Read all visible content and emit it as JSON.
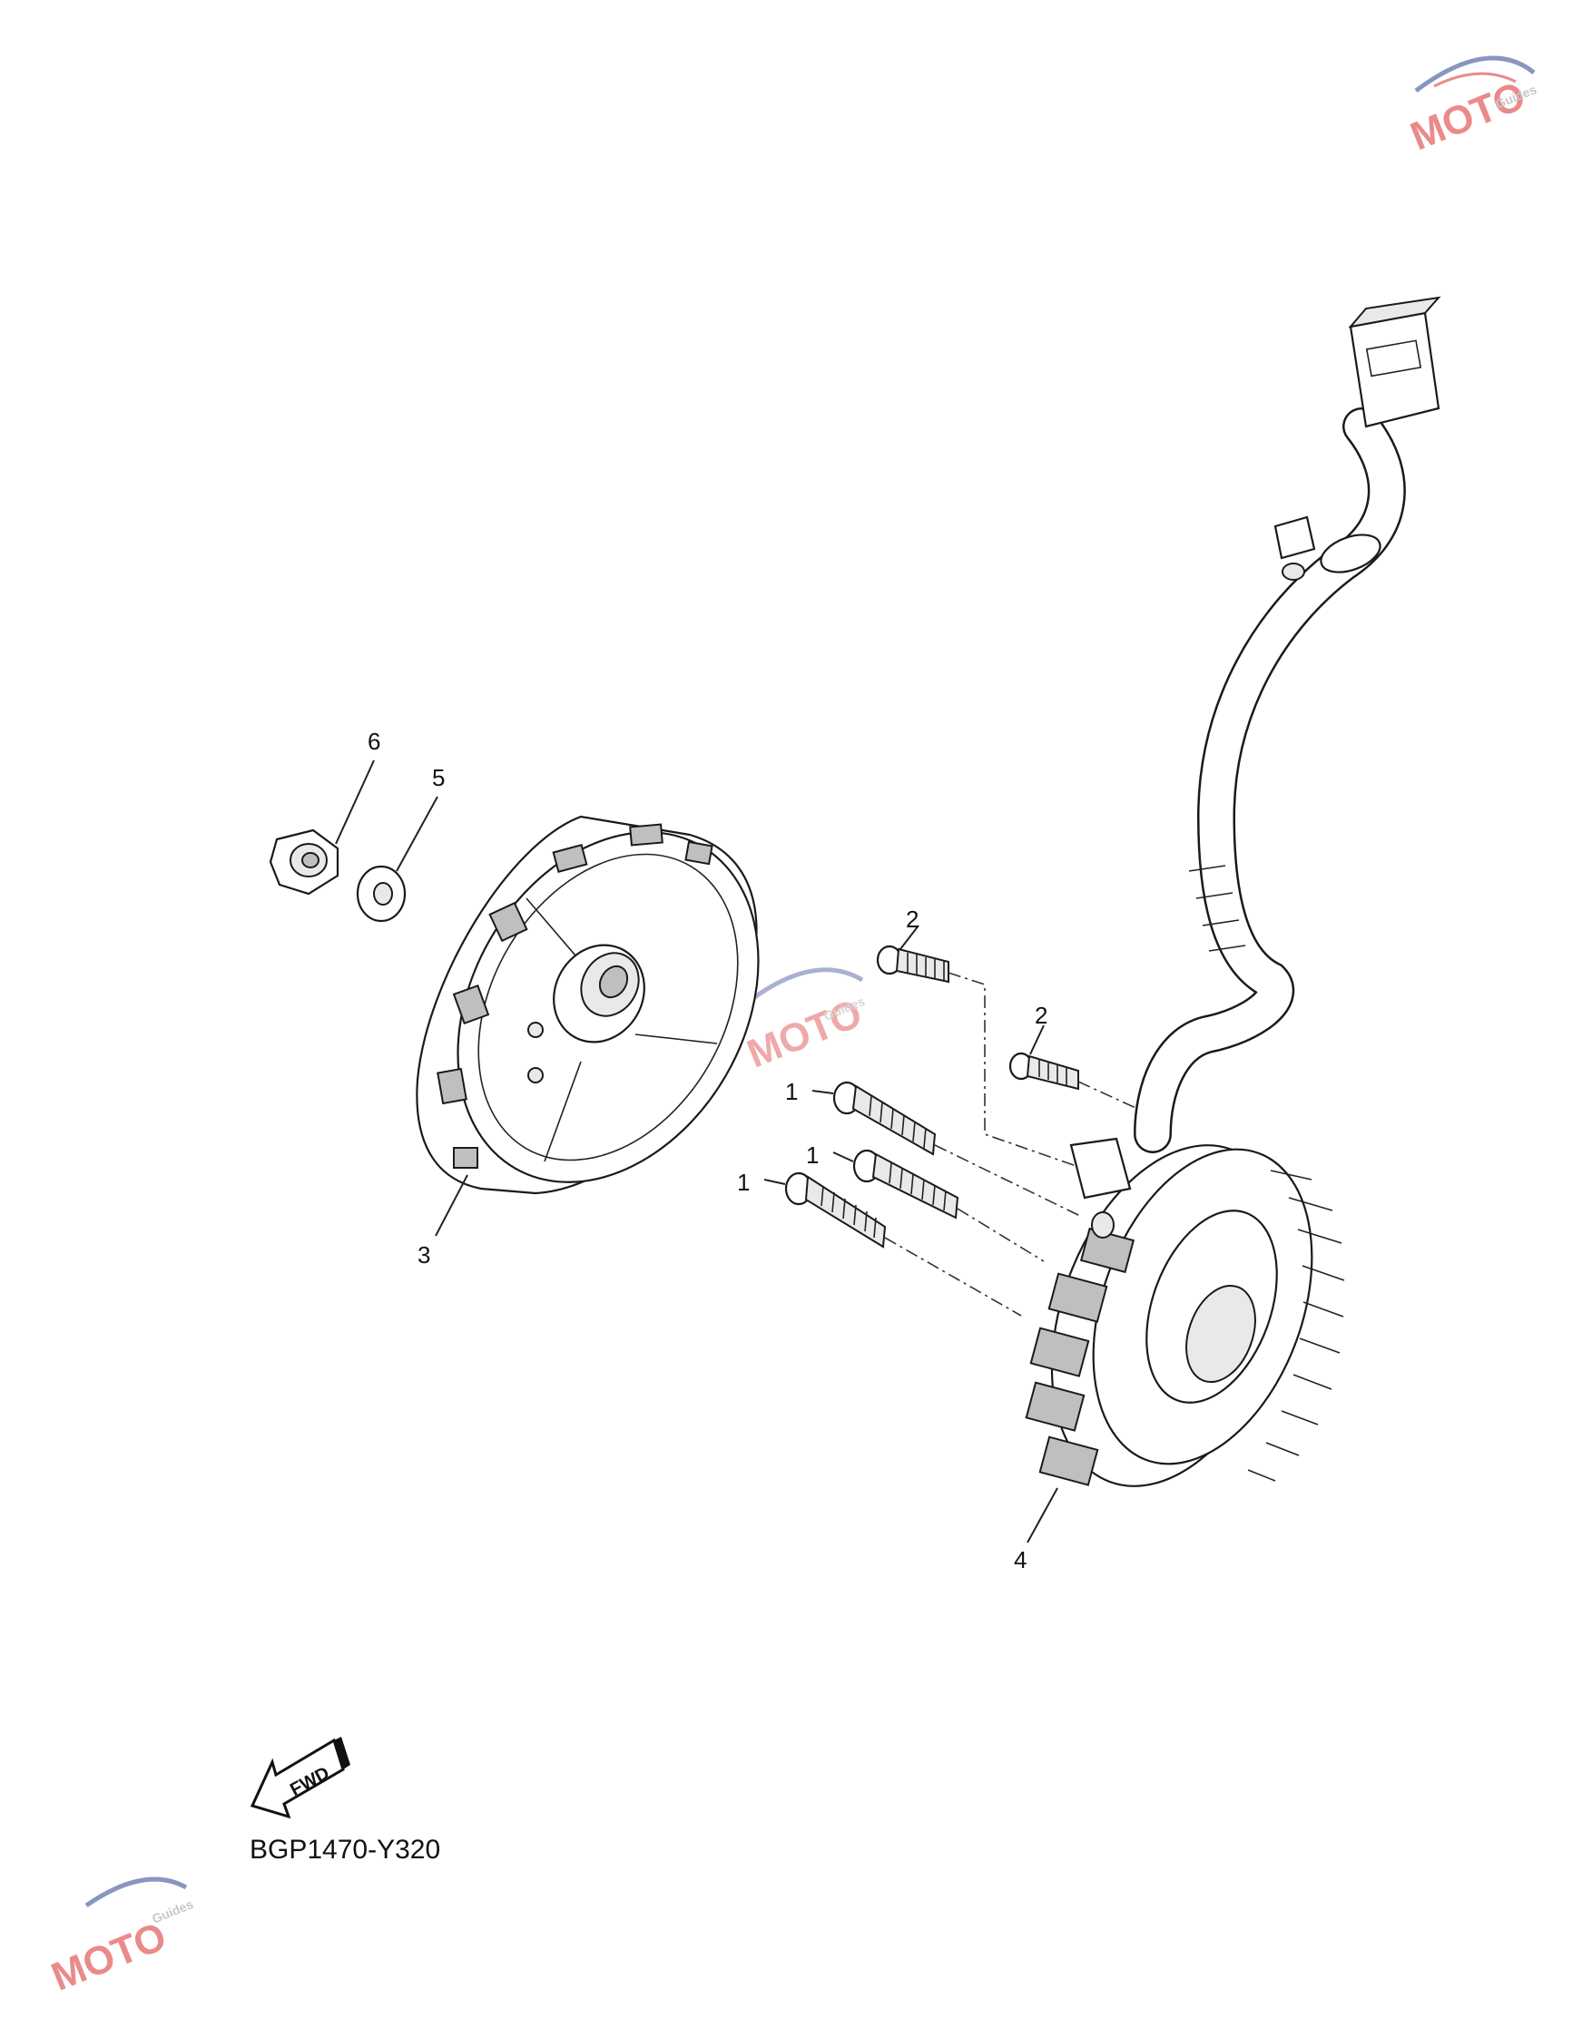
{
  "diagram_code": "BGP1470-Y320",
  "fwd_label": "FWD",
  "callouts": {
    "p1a": "1",
    "p1b": "1",
    "p1c": "1",
    "p2a": "2",
    "p2b": "2",
    "p3": "3",
    "p4": "4",
    "p5": "5",
    "p6": "6"
  },
  "watermark": {
    "text": "MOTO",
    "sub": "Guides",
    "colors": {
      "red": "#d92b2b",
      "blue": "#2a3f8f",
      "grey": "#9a9a9a"
    }
  },
  "parts": [
    {
      "ref": "1",
      "icon": "stator-bolt-icon"
    },
    {
      "ref": "2",
      "icon": "pickup-bolt-icon"
    },
    {
      "ref": "3",
      "icon": "rotor-flywheel-icon"
    },
    {
      "ref": "4",
      "icon": "stator-assembly-icon"
    },
    {
      "ref": "5",
      "icon": "washer-icon"
    },
    {
      "ref": "6",
      "icon": "nut-icon"
    }
  ]
}
